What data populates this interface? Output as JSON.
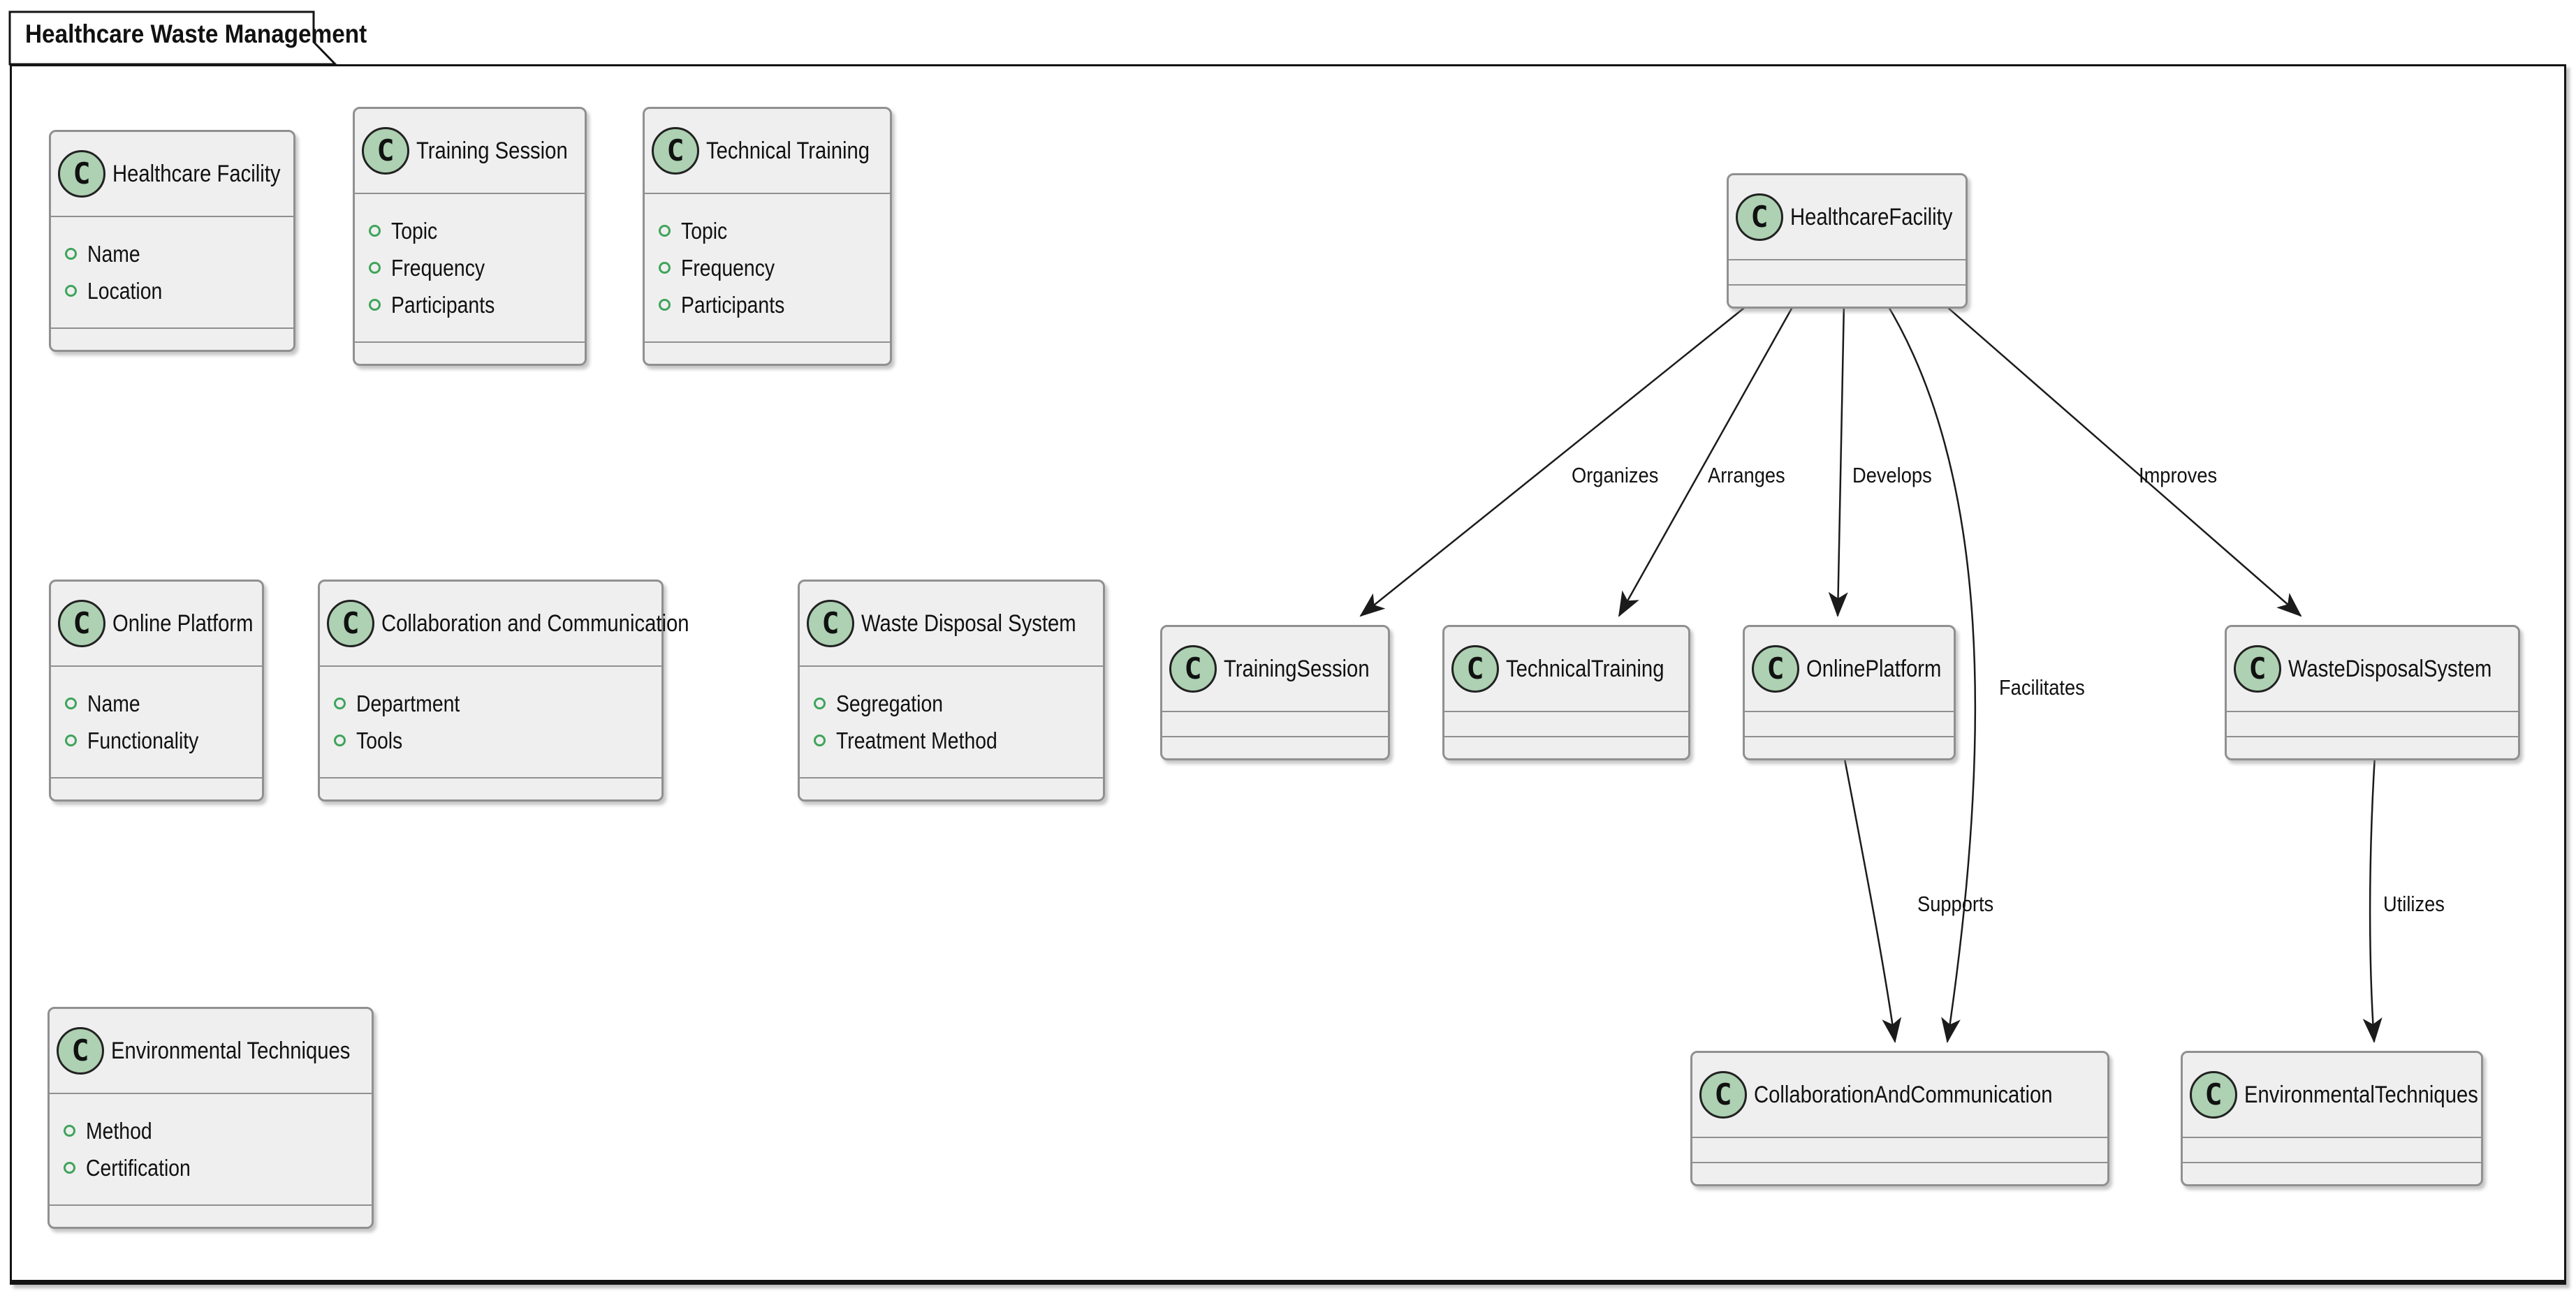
{
  "frame": {
    "title": "Healthcare Waste Management"
  },
  "stereotype_letter": "C",
  "palette": {
    "class_bg": "#efefef",
    "class_border": "#909090",
    "circle_bg": "#ADD1B2",
    "circle_border": "#222222",
    "field_icon_green": "#3fa45b",
    "edge_color": "#1b1b1b",
    "frame_border": "#141414"
  },
  "detail_classes": [
    {
      "name": "Healthcare Facility",
      "attrs": [
        "Name",
        "Location"
      ]
    },
    {
      "name": "Training Session",
      "attrs": [
        "Topic",
        "Frequency",
        "Participants"
      ]
    },
    {
      "name": "Technical Training",
      "attrs": [
        "Topic",
        "Frequency",
        "Participants"
      ]
    },
    {
      "name": "Online Platform",
      "attrs": [
        "Name",
        "Functionality"
      ]
    },
    {
      "name": "Collaboration and Communication",
      "attrs": [
        "Department",
        "Tools"
      ]
    },
    {
      "name": "Waste Disposal System",
      "attrs": [
        "Segregation",
        "Treatment Method"
      ]
    },
    {
      "name": "Environmental Techniques",
      "attrs": [
        "Method",
        "Certification"
      ]
    }
  ],
  "relation_classes": [
    {
      "name": "HealthcareFacility"
    },
    {
      "name": "TrainingSession"
    },
    {
      "name": "TechnicalTraining"
    },
    {
      "name": "OnlinePlatform"
    },
    {
      "name": "WasteDisposalSystem"
    },
    {
      "name": "CollaborationAndCommunication"
    },
    {
      "name": "EnvironmentalTechniques"
    }
  ],
  "edges": [
    {
      "from": "HealthcareFacility",
      "to": "TrainingSession",
      "label": "Organizes"
    },
    {
      "from": "HealthcareFacility",
      "to": "TechnicalTraining",
      "label": "Arranges"
    },
    {
      "from": "HealthcareFacility",
      "to": "OnlinePlatform",
      "label": "Develops"
    },
    {
      "from": "HealthcareFacility",
      "to": "WasteDisposalSystem",
      "label": "Improves"
    },
    {
      "from": "HealthcareFacility",
      "to": "CollaborationAndCommunication",
      "label": "Facilitates"
    },
    {
      "from": "OnlinePlatform",
      "to": "CollaborationAndCommunication",
      "label": "Supports"
    },
    {
      "from": "WasteDisposalSystem",
      "to": "EnvironmentalTechniques",
      "label": "Utilizes"
    }
  ]
}
